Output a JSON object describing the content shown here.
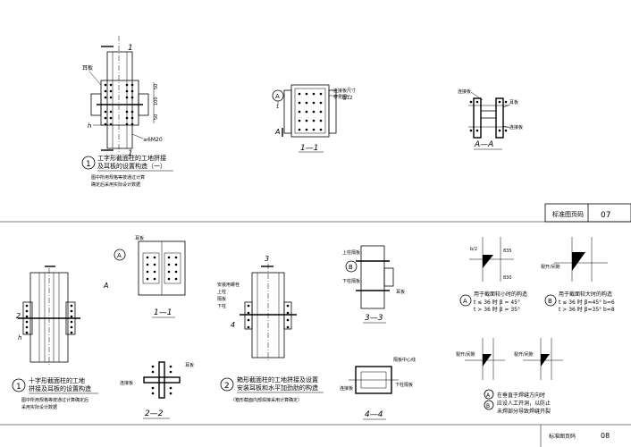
{
  "title_block": {
    "label": "标准图页码",
    "page": "07",
    "footer_label": "标准图页码",
    "footer_page": "08"
  },
  "det1": {
    "sec_top": "1",
    "sec_bot": "1",
    "plate": "耳板",
    "h_label": "h",
    "dims": [
      "50",
      "100",
      "50"
    ],
    "bolt": "≥6M20",
    "num": "1",
    "caption1": "工字形截面柱的工地拼接",
    "caption2": "及耳板的设置构造（一）",
    "note1": "图中所用规格等按通过计算",
    "note2": "确定后采用实际设计数据"
  },
  "det1_sec": {
    "circle": "A",
    "circle_sub": "1",
    "note1": "连接板尺寸",
    "note2": "参见图",
    "ref": "@12",
    "cut_a": "A",
    "label": "1—1"
  },
  "det1_aa": {
    "lbl_a": "连接板",
    "lbl_b": "耳板",
    "lbl_c": "连接板",
    "label": "A—A"
  },
  "det2": {
    "num": "1",
    "caption1": "十字形截面柱的工地",
    "caption2": "拼接及耳板的设置构造",
    "note1": "图中所用规格等按通过计算确定后",
    "note2": "采用实际设计数据",
    "sec": "2",
    "letter": "A",
    "h_label": "h"
  },
  "det2_sec": {
    "circle": "A",
    "label": "1—1",
    "plate": "耳板"
  },
  "det2_sec2": {
    "label": "2—2",
    "plate_l": "连接板",
    "plate_r": "耳板"
  },
  "det3": {
    "num": "2",
    "caption1": "箱形截面柱的工地拼接及设置",
    "caption2": "安装耳板和水平加劲肋的构造",
    "note": "（箱形截面内部焊接采用计算确定）",
    "sec": "3",
    "sec4": "4",
    "notes": [
      "安装用螺栓",
      "上柱",
      "隔板",
      "下柱"
    ]
  },
  "det3_33": {
    "circle": "B",
    "top": "上柱隔板",
    "side": "耳板",
    "bot": "下柱隔板",
    "label": "3—3"
  },
  "det3_44": {
    "note_t": "隔板中心线",
    "note_l": "连接板",
    "note_r": "下柱隔板",
    "label": "4—4"
  },
  "detA": {
    "circle": "A",
    "text1": "用于截面较小时的构造",
    "text2": "t ≤ 36 时  β = 45°",
    "text3": "t > 36 时  β = 35°",
    "dims": [
      "b/2",
      "835",
      "830"
    ]
  },
  "detB": {
    "circle": "B",
    "text1": "用于截面较大时的构造",
    "text2": "t ≤ 36 时  β=45°  b=6",
    "text3": "t > 36 时  β=35°  b=8",
    "note": "裂开/间隙"
  },
  "detAB": {
    "label_l": "裂开/间隙",
    "label_r": "裂开/间隙",
    "circle_a": "A",
    "circle_b": "B",
    "text1": "在垂直于焊缝方向时",
    "text2": "应设人工开洞，以防止",
    "text3": "未焊部分导致焊缝开裂"
  }
}
